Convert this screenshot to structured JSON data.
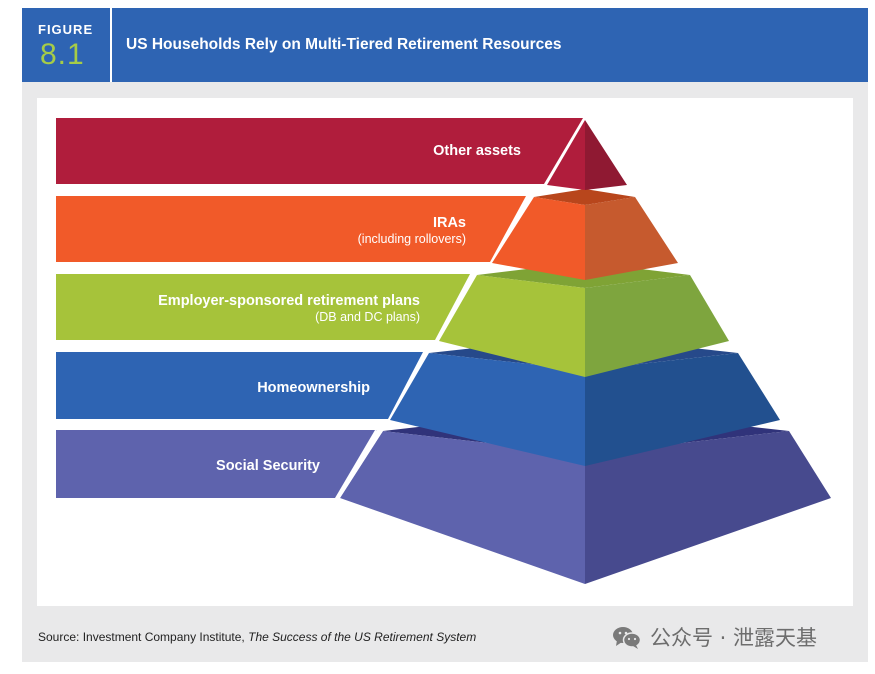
{
  "header": {
    "figure_word": "FIGURE",
    "figure_number": "8.1",
    "title": "US Households Rely on Multi-Tiered Retirement Resources"
  },
  "tiers": [
    {
      "label": "Other assets",
      "sublabel": "",
      "color": "#b01d3c"
    },
    {
      "label": "IRAs",
      "sublabel": "(including rollovers)",
      "color": "#f15a29"
    },
    {
      "label": "Employer-sponsored retirement plans",
      "sublabel": "(DB and DC plans)",
      "color": "#a6c33a"
    },
    {
      "label": "Homeownership",
      "sublabel": "",
      "color": "#2e64b3"
    },
    {
      "label": "Social Security",
      "sublabel": "",
      "color": "#5e63ad"
    }
  ],
  "source": {
    "prefix": "Source: Investment Company Institute, ",
    "publication": "The Success of the US Retirement System"
  },
  "watermark": {
    "text": "公众号 · 泄露天基",
    "icon": "wechat-icon"
  }
}
